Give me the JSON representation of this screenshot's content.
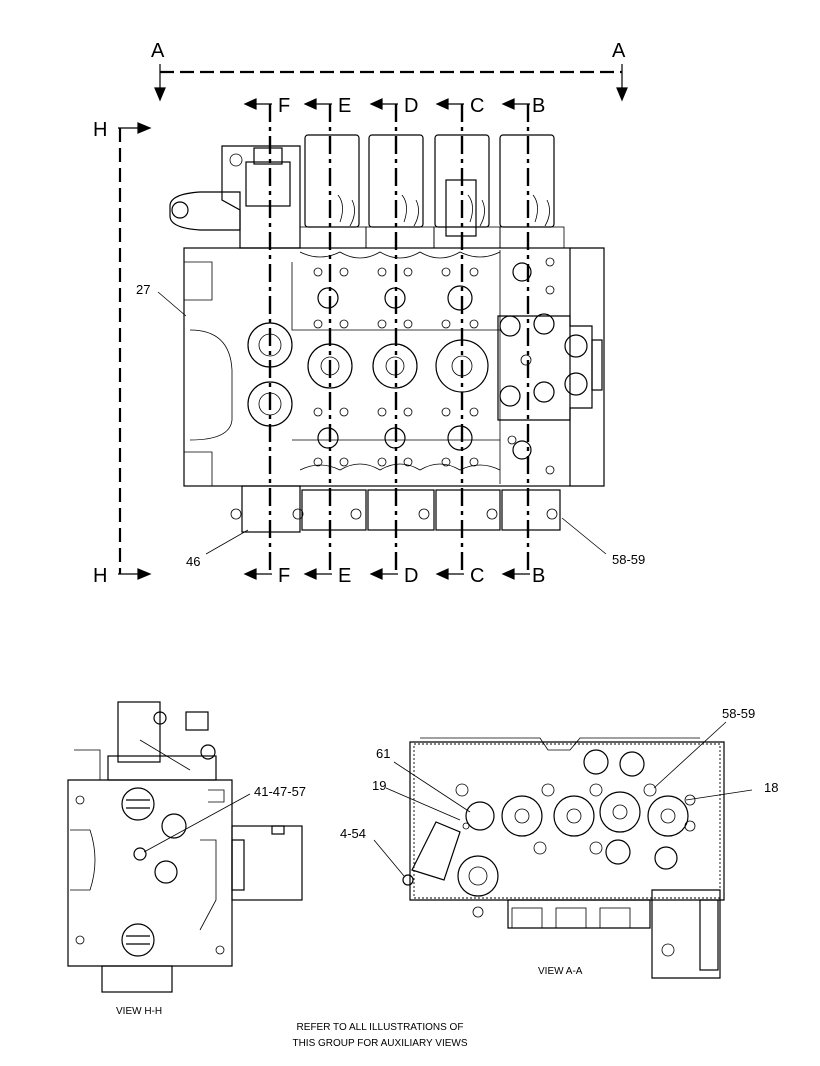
{
  "section_labels": {
    "a_left": "A",
    "a_right": "A",
    "h_top": "H",
    "h_bottom": "H",
    "top_row": [
      "F",
      "E",
      "D",
      "C",
      "B"
    ],
    "bottom_row": [
      "F",
      "E",
      "D",
      "C",
      "B"
    ]
  },
  "callouts": {
    "main": {
      "c27": "27",
      "c46": "46",
      "c58_59": "58-59"
    },
    "view_h": {
      "c41_47_57": "41-47-57"
    },
    "view_a": {
      "c58_59": "58-59",
      "c61": "61",
      "c19": "19",
      "c4_54": "4-54",
      "c18": "18"
    }
  },
  "view_titles": {
    "view_h": "VIEW H-H",
    "view_a": "VIEW A-A"
  },
  "note": {
    "line1": "REFER TO ALL ILLUSTRATIONS OF",
    "line2": "THIS GROUP FOR AUXILIARY VIEWS"
  }
}
